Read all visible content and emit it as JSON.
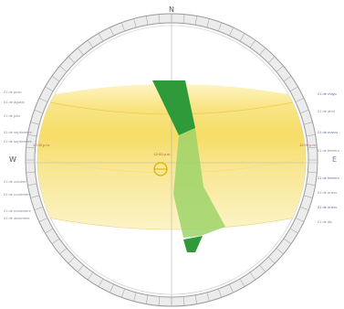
{
  "compass": {
    "north": "N",
    "west": "W",
    "east": "E"
  },
  "left_labels": [
    "21 de junio",
    "01 de agosto",
    "21 de julio",
    "01 de septiembre",
    "21 de septiembre",
    "21 de octubre",
    "01 de noviembre",
    "21 de noviembre",
    "01 de diciembre"
  ],
  "right_labels": [
    "21 de mayo",
    "01 de abril",
    "21 de marzo",
    "01 de febrero",
    "21 de febrero",
    "01 de enero",
    "21 de enero",
    "21 de dic"
  ],
  "hour_labels": {
    "left": "12:00 p.m.",
    "right": "12:00 p.m.",
    "center": "12:00 p.m."
  },
  "colors": {
    "band_top": "#f7e27a",
    "band_bottom": "#fbf0b0",
    "green_dark": "#2f9a3a",
    "green_light": "#9ed46a",
    "ring_fill": "#f2f2f2",
    "ring_stroke": "#9a9a9a"
  }
}
